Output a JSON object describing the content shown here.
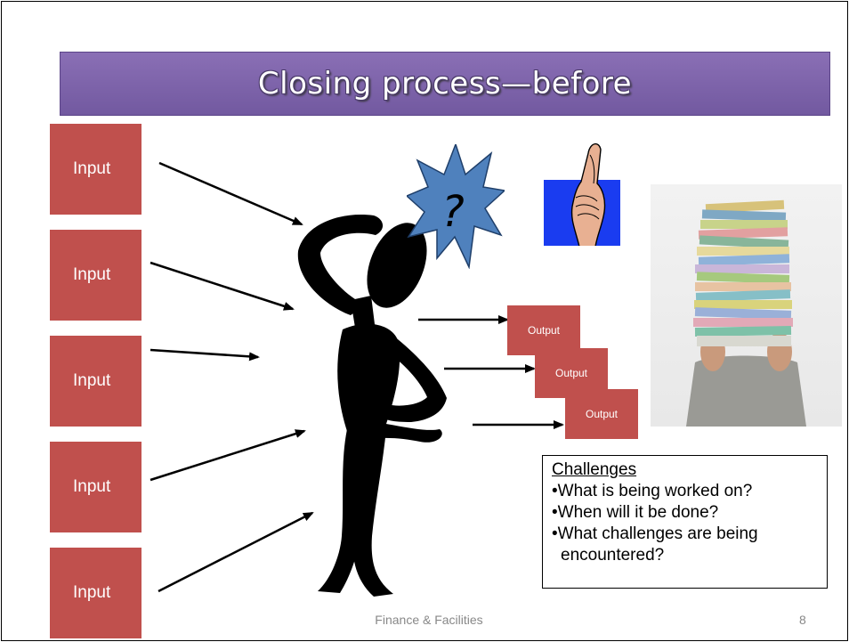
{
  "title": "Closing process—before",
  "inputs": [
    {
      "label": "Input"
    },
    {
      "label": "Input"
    },
    {
      "label": "Input"
    },
    {
      "label": "Input"
    },
    {
      "label": "Input"
    }
  ],
  "outputs": [
    {
      "label": "Output"
    },
    {
      "label": "Output"
    },
    {
      "label": "Output"
    }
  ],
  "burst_symbol": "?",
  "challenges": {
    "heading": "Challenges",
    "items": [
      "•What is being worked on?",
      "•When will it be done?",
      "•What challenges are being encountered?"
    ]
  },
  "footer": {
    "center": "Finance & Facilities",
    "page": "8"
  },
  "colors": {
    "title_bar": "#7f63a8",
    "box_fill": "#c0504d",
    "burst_fill": "#4f81bd"
  },
  "icons": [
    "confused-figure-icon",
    "question-burst-icon",
    "crossed-fingers-icon",
    "paper-stack-photo"
  ]
}
